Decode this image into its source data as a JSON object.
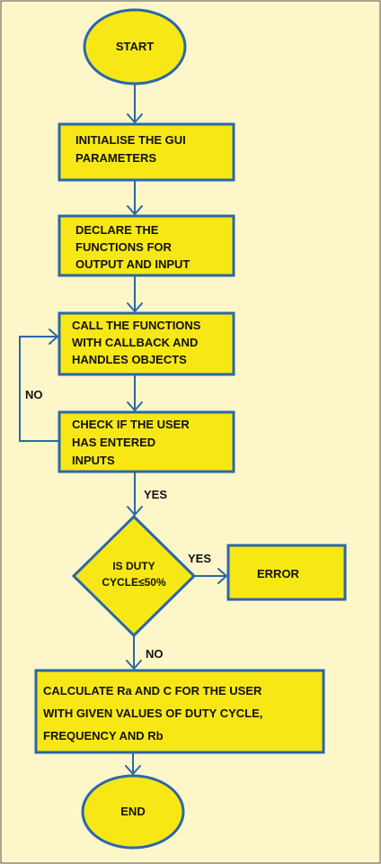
{
  "flowchart": {
    "start": "START",
    "init": [
      "INITIALISE THE GUI",
      "PARAMETERS"
    ],
    "declare": [
      "DECLARE THE",
      "FUNCTIONS FOR",
      "OUTPUT AND INPUT"
    ],
    "call": [
      "CALL THE FUNCTIONS",
      "WITH CALLBACK AND",
      "HANDLES OBJECTS"
    ],
    "check": [
      "CHECK IF THE USER",
      "HAS ENTERED",
      "INPUTS"
    ],
    "decision": [
      "IS DUTY",
      "CYCLE≤50%"
    ],
    "error": "ERROR",
    "calculate": [
      "CALCULATE Ra AND C FOR THE USER",
      "WITH GIVEN VALUES OF DUTY CYCLE,",
      "FREQUENCY AND Rb"
    ],
    "end": "END",
    "labels": {
      "no_loop": "NO",
      "yes_after_check": "YES",
      "yes_to_error": "YES",
      "no_to_calculate": "NO"
    }
  },
  "colors": {
    "page_background": "#fdf6c9",
    "shape_fill": "#f7e815",
    "shape_stroke": "#2b67a8",
    "text": "#111111"
  }
}
